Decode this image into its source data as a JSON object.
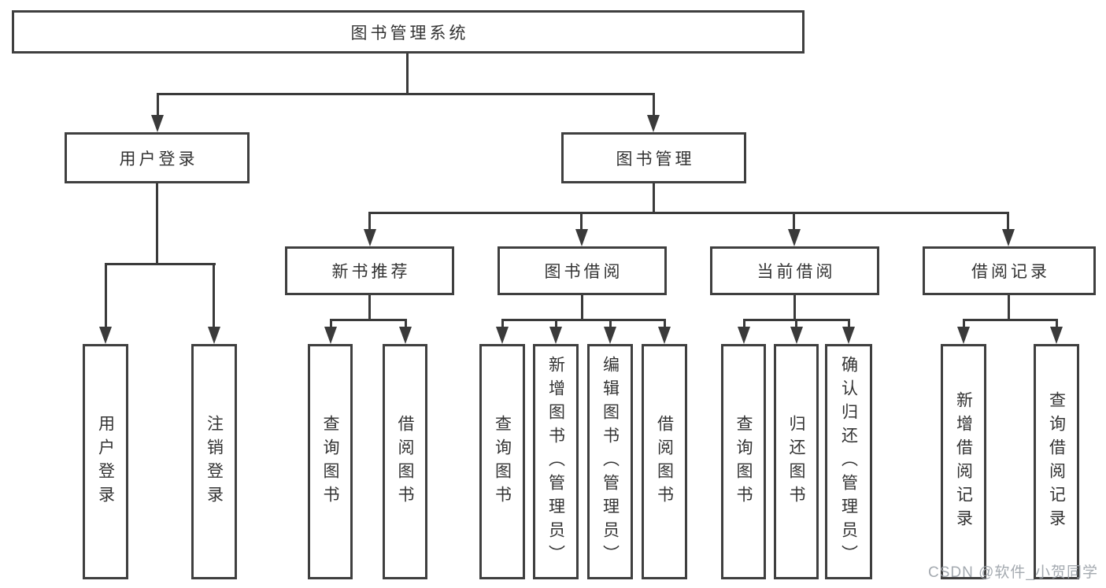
{
  "tree": {
    "label": "图书管理系统",
    "children": [
      {
        "label": "用户登录",
        "children": [
          {
            "label": "用户登录"
          },
          {
            "label": "注销登录"
          }
        ]
      },
      {
        "label": "图书管理",
        "children": [
          {
            "label": "新书推荐",
            "children": [
              {
                "label": "查询图书"
              },
              {
                "label": "借阅图书"
              }
            ]
          },
          {
            "label": "图书借阅",
            "children": [
              {
                "label": "查询图书"
              },
              {
                "label": "新增图书（管理员）"
              },
              {
                "label": "编辑图书（管理员）"
              },
              {
                "label": "借阅图书"
              }
            ]
          },
          {
            "label": "当前借阅",
            "children": [
              {
                "label": "查询图书"
              },
              {
                "label": "归还图书"
              },
              {
                "label": "确认归还（管理员）"
              }
            ]
          },
          {
            "label": "借阅记录",
            "children": [
              {
                "label": "新增借阅记录"
              },
              {
                "label": "查询借阅记录"
              }
            ]
          }
        ]
      }
    ]
  },
  "colors": {
    "line": "#3a3a3a",
    "border": "#3f3f3f",
    "text": "#333333",
    "watermark": "#9ba1a8"
  },
  "watermark": {
    "text": "CSDN @软件_小贺同学"
  }
}
